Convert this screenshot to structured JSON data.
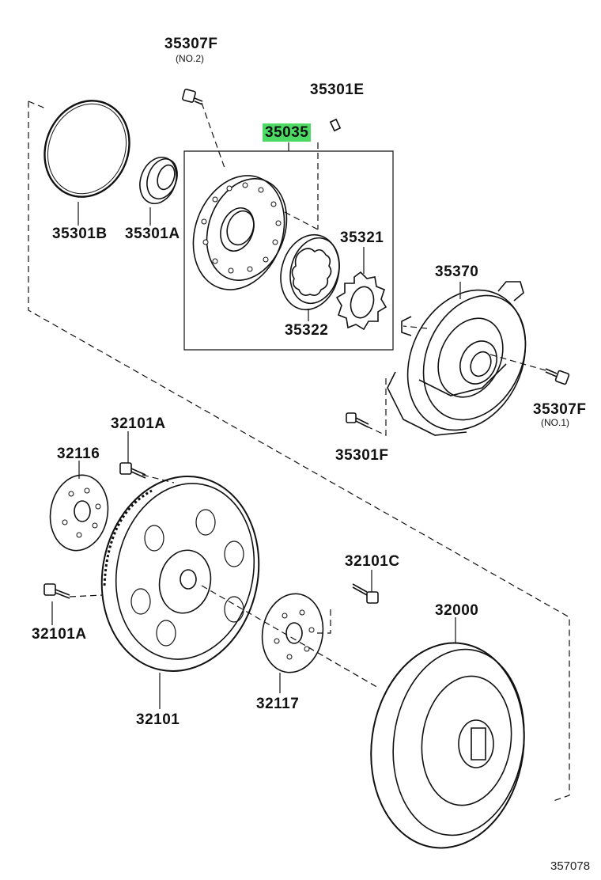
{
  "parts": [
    {
      "id": "p_35307F_no2",
      "number": "35307F",
      "note": "(NO.2)"
    },
    {
      "id": "p_35301E",
      "number": "35301E"
    },
    {
      "id": "p_35035",
      "number": "35035",
      "highlighted": true
    },
    {
      "id": "p_35301B",
      "number": "35301B"
    },
    {
      "id": "p_35301A",
      "number": "35301A"
    },
    {
      "id": "p_35321",
      "number": "35321"
    },
    {
      "id": "p_35322",
      "number": "35322"
    },
    {
      "id": "p_35370",
      "number": "35370"
    },
    {
      "id": "p_35307F_no1",
      "number": "35307F",
      "note": "(NO.1)"
    },
    {
      "id": "p_35301F",
      "number": "35301F"
    },
    {
      "id": "p_32101A_top",
      "number": "32101A"
    },
    {
      "id": "p_32116",
      "number": "32116"
    },
    {
      "id": "p_32101C",
      "number": "32101C"
    },
    {
      "id": "p_32000",
      "number": "32000"
    },
    {
      "id": "p_32101A_bottom",
      "number": "32101A"
    },
    {
      "id": "p_32117",
      "number": "32117"
    },
    {
      "id": "p_32101",
      "number": "32101"
    }
  ],
  "highlight_color": "#4cd964",
  "diagram_code": "357078"
}
